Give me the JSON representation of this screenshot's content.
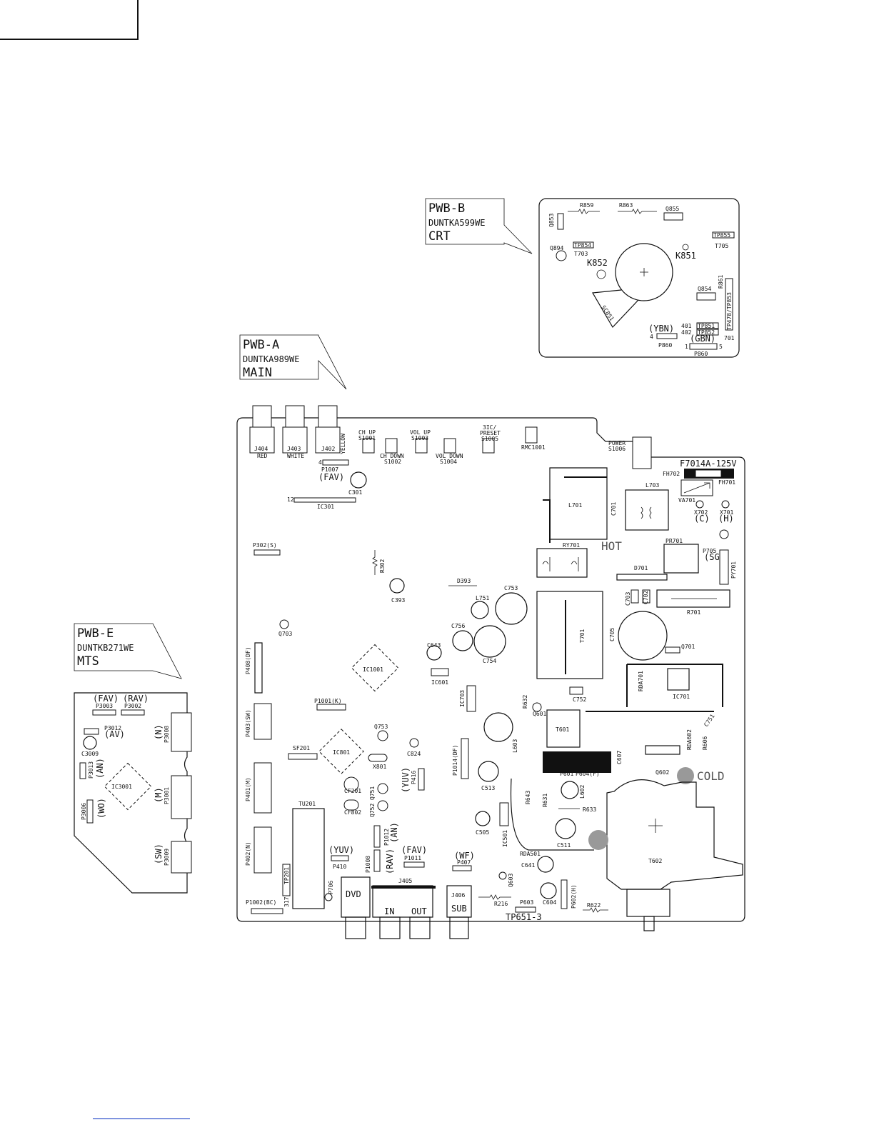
{
  "boards": {
    "pwb_b": {
      "title": "PWB-B",
      "code": "DUNTKA599WE",
      "name": "CRT"
    },
    "pwb_a": {
      "title": "PWB-A",
      "code": "DUNTKA989WE",
      "name": "MAIN"
    },
    "pwb_e": {
      "title": "PWB-E",
      "code": "DUNTKB271WE",
      "name": "MTS"
    }
  },
  "pwb_b_labels": {
    "r859": "R859",
    "r863": "R863",
    "q855": "Q855",
    "q853": "Q853",
    "tp854": "TP854",
    "t703": "T703",
    "q894": "Q894",
    "k852": "K852",
    "k851": "K851",
    "tp855": "TP855",
    "t705": "T705",
    "q854": "Q854",
    "r861": "R861",
    "tp478": "TP478/TP853",
    "sc851": "SC851",
    "ybn": "(YBN)",
    "gbn": "(GBN)",
    "tp851": "TP851",
    "tp852": "TP852",
    "n401": "401",
    "n402": "402",
    "n701": "701",
    "p860a": "P860",
    "p860b": "P860",
    "n4": "4",
    "n1": "1",
    "n5": "5"
  },
  "pwb_a_labels": {
    "j404": "J404",
    "red": "RED",
    "j403": "J403",
    "white": "WHITE",
    "j402": "J402",
    "yellow": "YELLOW",
    "ch_up": "CH UP",
    "s1001": "S1001",
    "ch_down": "CH DOWN",
    "s1002": "S1002",
    "vol_up": "VOL UP",
    "s1003": "S1003",
    "vol_down": "VOL DOWN",
    "s1004": "S1004",
    "preset": "3IC/",
    "preset2": "PRESET",
    "s1005": "S1005",
    "rmc1001": "RMC1001",
    "power": "POWER",
    "s1006": "S1006",
    "fuse": "F7014A-125V",
    "fh702": "FH702",
    "fh701": "FH701",
    "p1007": "P1007",
    "fav": "(FAV)",
    "c301": "C301",
    "ic301": "IC301",
    "n12": "12",
    "l701": "L701",
    "c701": "C701",
    "l703": "L703",
    "va701": "VA701",
    "x702": "X702",
    "x702c": "(C)",
    "x701": "X701",
    "x701h": "(H)",
    "p302": "P302(S)",
    "r302": "R302",
    "ry701": "RY701",
    "hot": "HOT",
    "pr701": "PR701",
    "p705": "P705",
    "p705sg": "(SG)",
    "py701": "PY701",
    "d393": "D393",
    "c393": "C393",
    "c753": "C753",
    "l751": "L751",
    "d701": "D701",
    "c703": "C703",
    "c702": "C702",
    "r701": "R701",
    "q703": "Q703",
    "c756": "C756",
    "c754": "C754",
    "t701": "T701",
    "c705": "C705",
    "q701": "Q701",
    "p408": "P408(DF)",
    "c643": "C643",
    "ic1001": "IC1001",
    "ic601": "IC601",
    "rda701": "RDA701",
    "ic701": "IC701",
    "ic703": "IC703",
    "p1001": "P1001(K)",
    "r632": "R632",
    "q601": "Q601",
    "c752": "C752",
    "p403": "P403(SW)",
    "q753": "Q753",
    "l603": "L603",
    "t601": "T601",
    "c751": "C751",
    "rda602": "RDA602",
    "r606": "R606",
    "sf201": "SF201",
    "ic801": "IC801",
    "c824": "C824",
    "x801": "X801",
    "p1014": "P1014(DF)",
    "c607": "C607",
    "q602": "Q602",
    "p401": "P401(M)",
    "cf201": "CF201",
    "q751": "Q751",
    "p416": "P416",
    "yuv": "(YUV)",
    "c513": "C513",
    "p601": "P601",
    "p604": "P604(F)",
    "cold": "COLD",
    "cf802": "CF802",
    "q752": "Q752",
    "r643": "R643",
    "r631": "R631",
    "l602": "L602",
    "r633": "R633",
    "tu201": "TU201",
    "c505": "C505",
    "ic501": "IC501",
    "c511": "C511",
    "p402": "P402(N)",
    "p1012": "P1012",
    "an": "(AN)",
    "rda501": "RDA501",
    "p410yuv": "(YUV)",
    "p410": "P410",
    "p1008": "P1008",
    "rav": "(RAV)",
    "fav2": "(FAV)",
    "p1011": "P1011",
    "wf": "(WF)",
    "p407": "P407",
    "c641": "C641",
    "t602": "T602",
    "q603": "Q603",
    "tp201": "TP201",
    "p706": "P706",
    "dvd": "DVD",
    "j405": "J405",
    "in": "IN",
    "out": "OUT",
    "j406": "J406",
    "sub": "SUB",
    "c604": "C604",
    "p602": "P602(H)",
    "p1002": "P1002(BC)",
    "n317": "317",
    "r216": "R216",
    "p603": "P603",
    "r622": "R622",
    "tp651": "TP651-3"
  },
  "pwb_e_labels": {
    "fav": "(FAV)",
    "rav": "(RAV)",
    "p3003": "P3003",
    "p3002": "P3002",
    "p3012": "P3012",
    "av": "(AV)",
    "c3009": "C3009",
    "p3013": "P3013",
    "an": "(AN)",
    "ic3001": "IC3001",
    "p3006": "P3006",
    "wo": "(WO)",
    "p3008": "P3008",
    "n": "(N)",
    "p3001": "P3001",
    "m": "(M)",
    "p3009": "P3009",
    "sw": "(SW)"
  }
}
